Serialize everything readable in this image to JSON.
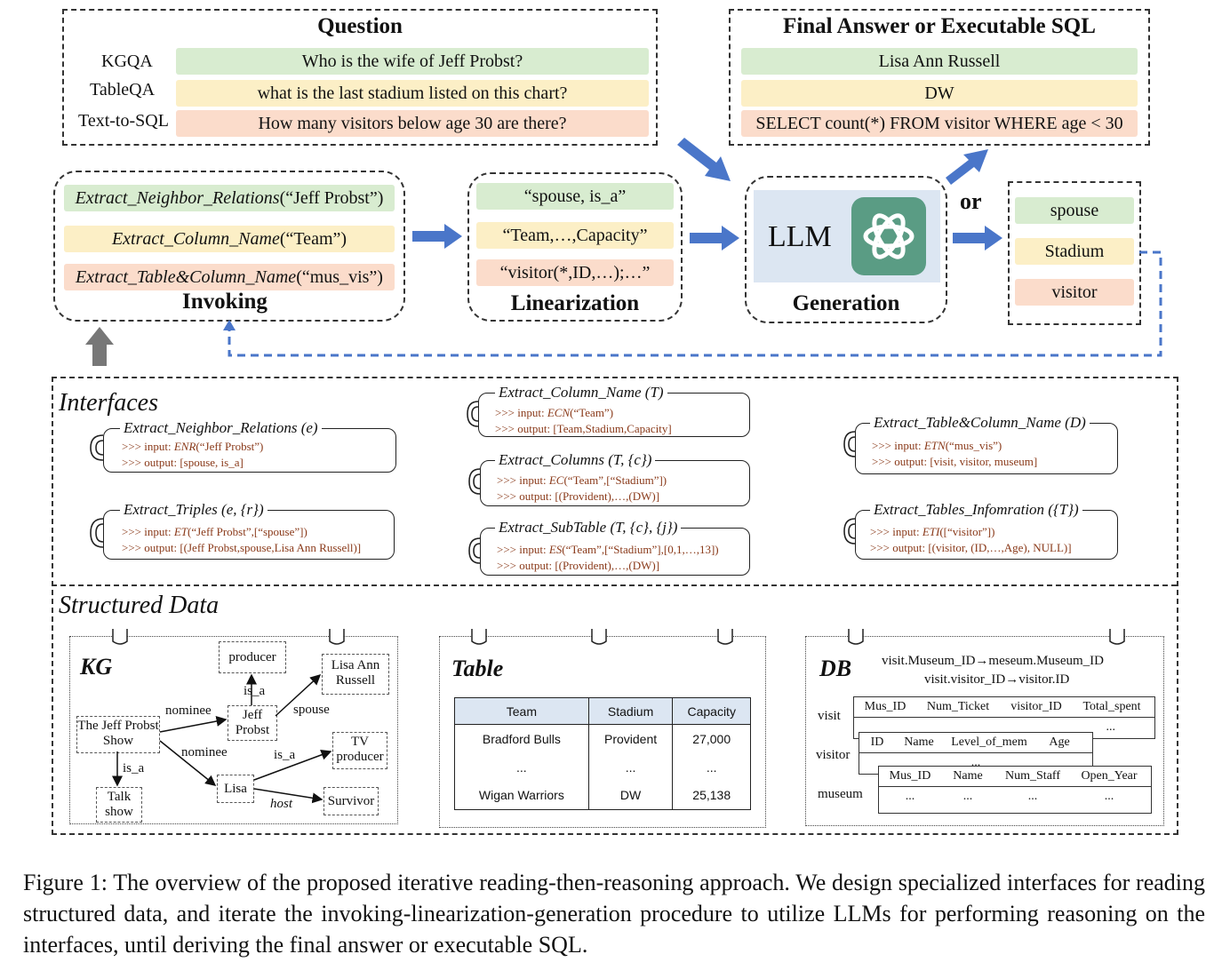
{
  "question": {
    "title": "Question",
    "rows": [
      {
        "label": "KGQA",
        "text": "Who is the wife of Jeff Probst?"
      },
      {
        "label": "TableQA",
        "text": "what is the last stadium listed on this chart?"
      },
      {
        "label": "Text-to-SQL",
        "text": "How many visitors below age 30 are there?"
      }
    ]
  },
  "final": {
    "title": "Final Answer or Executable SQL",
    "rows": [
      "Lisa Ann Russell",
      "DW",
      "SELECT count(*) FROM visitor WHERE age < 30"
    ]
  },
  "invoking": {
    "title": "Invoking",
    "calls": [
      {
        "fn": "Extract_Neighbor_Relations",
        "arg": "(“Jeff Probst”)"
      },
      {
        "fn": "Extract_Column_Name",
        "arg": "(“Team”)"
      },
      {
        "fn": "Extract_Table&Column_Name",
        "arg": "(“mus_vis”)"
      }
    ]
  },
  "linearization": {
    "title": "Linearization",
    "rows": [
      "“spouse, is_a”",
      "“Team,…,Capacity”",
      "“visitor(*,ID,…);…”"
    ]
  },
  "generation": {
    "title": "Generation",
    "llm": "LLM"
  },
  "or_label": "or",
  "results": [
    "spouse",
    "Stadium",
    "visitor"
  ],
  "interfaces": {
    "title": "Interfaces",
    "items": [
      {
        "name": "Extract_Neighbor_Relations (e)",
        "fn": "ENR",
        "input_args": "(“Jeff Probst”)",
        "output": "[spouse, is_a]"
      },
      {
        "name": "Extract_Triples (e, {r})",
        "fn": "ET",
        "input_args": "(“Jeff Probst”,[“spouse”])",
        "output": "[(Jeff Probst,spouse,Lisa Ann Russell)]"
      },
      {
        "name": "Extract_Column_Name (T)",
        "fn": "ECN",
        "input_args": "(“Team”)",
        "output": "[Team,Stadium,Capacity]"
      },
      {
        "name": "Extract_Columns (T, {c})",
        "fn": "EC",
        "input_args": "(“Team”,[“Stadium”])",
        "output": "[(Provident),…,(DW)]"
      },
      {
        "name": "Extract_SubTable (T, {c}, {j})",
        "fn": "ES",
        "input_args": "(“Team”,[“Stadium”],[0,1,…,13])",
        "output": "[(Provident),…,(DW)]"
      },
      {
        "name": "Extract_Table&Column_Name (D)",
        "fn": "ETN",
        "input_args": "(“mus_vis”)",
        "output": "[visit, visitor, museum]"
      },
      {
        "name": "Extract_Tables_Infomration ({T})",
        "fn": "ETI",
        "input_args": "([“visitor”])",
        "output": "[(visitor, (ID,…,Age), NULL)]"
      }
    ],
    "input_prefix": ">>> input: ",
    "output_prefix": ">>> output: "
  },
  "structured": {
    "title": "Structured Data",
    "kg": {
      "title": "KG",
      "nodes": [
        "producer",
        "Lisa Ann Russell",
        "The Jeff Probst Show",
        "Jeff Probst",
        "TV producer",
        "Talk show",
        "Lisa",
        "Survivor"
      ],
      "edges": [
        "nominee",
        "is_a",
        "spouse",
        "is_a",
        "nominee",
        "is_a",
        "host"
      ]
    },
    "table": {
      "title": "Table",
      "headers": [
        "Team",
        "Stadium",
        "Capacity"
      ],
      "rows": [
        [
          "Bradford Bulls",
          "Provident",
          "27,000"
        ],
        [
          "...",
          "...",
          "..."
        ],
        [
          "Wigan Warriors",
          "DW",
          "25,138"
        ]
      ]
    },
    "db": {
      "title": "DB",
      "fk": [
        "visit.Museum_ID→meseum.Museum_ID",
        "visit.visitor_ID→visitor.ID"
      ],
      "tables": [
        {
          "name": "visit",
          "cols": [
            "Mus_ID",
            "Num_Ticket",
            "visitor_ID",
            "Total_spent"
          ],
          "more": "..."
        },
        {
          "name": "visitor",
          "cols": [
            "ID",
            "Name",
            "Level_of_mem",
            "Age"
          ],
          "more": "..."
        },
        {
          "name": "museum",
          "cols": [
            "Mus_ID",
            "Name",
            "Num_Staff",
            "Open_Year"
          ],
          "more": "..."
        }
      ]
    }
  },
  "caption": "Figure 1: The overview of the proposed iterative reading-then-reasoning approach. We design specialized interfaces for reading structured data, and iterate the invoking-linearization-generation procedure to utilize LLMs for performing reasoning on the interfaces, until deriving the final answer or executable SQL."
}
